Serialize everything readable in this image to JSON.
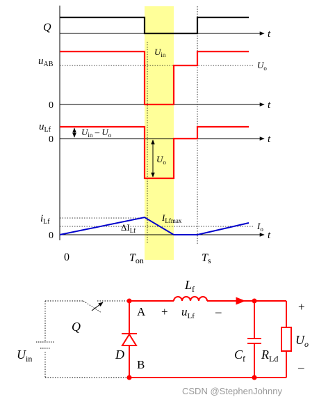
{
  "waveforms": {
    "q_label": "Q",
    "uab_label": "u",
    "uab_sub": "AB",
    "ulf_label": "u",
    "ulf_sub": "Lf",
    "ilf_label": "i",
    "ilf_sub": "Lf",
    "t_label": "t",
    "zero_labels": [
      "0",
      "0",
      "0"
    ],
    "uin_label": "U",
    "uin_sub": "in",
    "uo_label": "U",
    "uo_sub": "o",
    "diff_label_a": "U",
    "diff_label_a_sub": "in",
    "diff_label_dash": " – ",
    "diff_label_b": "U",
    "diff_label_b_sub": "o",
    "ulf_neg_label": "U",
    "ulf_neg_sub": "o",
    "ilfmax_label": "I",
    "ilfmax_sub": "Lfmax",
    "delta_label": "ΔI",
    "delta_sub": "Lf",
    "io_label": "I",
    "io_sub": "o",
    "x_origin": "0",
    "x_ton": "T",
    "x_ton_sub": "on",
    "x_ts": "T",
    "x_ts_sub": "s"
  },
  "circuit": {
    "inductor_label": "L",
    "inductor_sub": "f",
    "node_a": "A",
    "node_b": "B",
    "plus1": "+",
    "minus1": "–",
    "ulf_label": "u",
    "ulf_sub": "Lf",
    "switch_label": "Q",
    "diode_label": "D",
    "source_label": "U",
    "source_sub": "in",
    "cap_label": "C",
    "cap_sub": "f",
    "load_label": "R",
    "load_sub": "Ld",
    "out_plus": "+",
    "out_minus": "–",
    "out_label": "U",
    "out_sub": "o"
  },
  "watermark": "CSDN @StephenJohnny",
  "colors": {
    "signal_red": "#ff0000",
    "current_blue": "#0000cc",
    "highlight": "#ffff99",
    "axis": "#000000"
  }
}
